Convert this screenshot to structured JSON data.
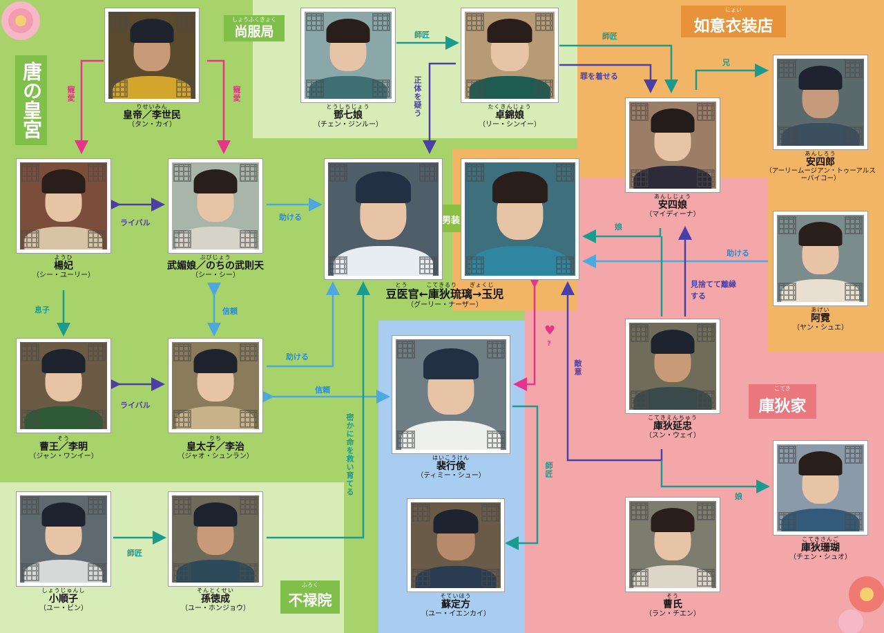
{
  "colors": {
    "green": "#a8d36a",
    "light_green": "#d7ecb6",
    "orange": "#f2b565",
    "pink": "#f4a7a9",
    "blue": "#a9cdf0",
    "teal": "#1b9a8f",
    "purple": "#4a3fa6",
    "magenta": "#e8338d",
    "chip_green": "#7fbf4a",
    "chip_orange": "#e8923a",
    "chip_pink": "#e9777d"
  },
  "groups": {
    "palace": {
      "label": "唐の皇宮"
    },
    "shofukukyoku": {
      "label": "尚服局",
      "ruby": "しょうふくきょく"
    },
    "nyoi": {
      "label": "如意衣装店",
      "ruby": "にょい"
    },
    "kotekike": {
      "label": "庫狄家",
      "ruby": "こてき"
    },
    "furokuin": {
      "label": "不禄院",
      "ruby": "ふろく"
    },
    "danso": {
      "label": "男装"
    }
  },
  "characters": {
    "emperor": {
      "ruby": "りせいみん",
      "name": "皇帝／李世民",
      "actor": "（タン・カイ）"
    },
    "tei": {
      "ruby": "とうしちじょう",
      "name": "鄧七娘",
      "actor": "（チェン・ジンルー）"
    },
    "taku": {
      "ruby": "たくきんじょう",
      "name": "卓錦娘",
      "actor": "（リー・シンイー）"
    },
    "yohi": {
      "ruby": "ようひ",
      "name": "楊妃",
      "actor": "（シー・ユーリー）"
    },
    "bu": {
      "ruby": "ぶびじょう",
      "name": "武媚娘／のちの武則天",
      "actor": "（シー・シー）"
    },
    "ruri": {
      "ruby": "とう　　　こてきるり　　ぎょくじ",
      "name": "豆医官←庫狄琉璃→玉児",
      "actor": "（グーリー・ナーザー）"
    },
    "anshijo": {
      "ruby": "あんしじょう",
      "name": "安四娘",
      "actor": "（マイディーナ）"
    },
    "anshiro": {
      "ruby": "あんしろう",
      "name": "安四郎",
      "actor": "（アーリームージアン・トゥーアルスーバイコー）"
    },
    "agei": {
      "ruby": "あげい",
      "name": "阿霓",
      "actor": "（ヤン・シュエ）"
    },
    "so_o": {
      "ruby": "そう",
      "name": "曹王／李明",
      "actor": "（ジャン・ワンイー）"
    },
    "kotaishi": {
      "ruby": "りち",
      "name": "皇太子／李治",
      "actor": "（ジャオ・シュンラン）"
    },
    "hai": {
      "ruby": "はいこうけん",
      "name": "裴行倹",
      "actor": "（ティミー・シュー）"
    },
    "entyu": {
      "ruby": "こてきえんちゅう",
      "name": "庫狄延忠",
      "actor": "（スン・ウェイ）"
    },
    "shojunshi": {
      "ruby": "しょうじゅんし",
      "name": "小順子",
      "actor": "（ユー・ビン）"
    },
    "sontokusei": {
      "ruby": "そんとくせい",
      "name": "孫徳成",
      "actor": "（ユー・ホンジョウ）"
    },
    "sotei": {
      "ruby": "そていほう",
      "name": "蘇定方",
      "actor": "（ユー・イエンカイ）"
    },
    "soshi": {
      "ruby": "そう",
      "name": "曹氏",
      "actor": "（ラン・チエン）"
    },
    "sango": {
      "ruby": "こてきさんご",
      "name": "庫狄珊瑚",
      "actor": "（チェン・シュオ）"
    }
  },
  "relations": {
    "choai_left": "寵愛",
    "choai_right": "寵愛",
    "shisho_tei_taku": "師匠",
    "shotai": "正体を疑う",
    "shisho_taku_an": "師匠",
    "tsumi": "罪を着せる",
    "ani": "兄",
    "rival_top": "ライバル",
    "tasukeru_bu": "助ける",
    "musuko": "息子",
    "shinrai_bu": "信頼",
    "musume_an": "娘",
    "tasukeru_agei": "助ける",
    "misute": "見捨てて離縁する",
    "rival_bottom": "ライバル",
    "tasukeru_kotaishi": "助ける",
    "shinrai_hai": "信頼",
    "himitsu": "密かに命を救い育てる",
    "heart_q": "?",
    "tekii": "敵意",
    "shisho_hai": "師匠",
    "shisho_bottom": "師匠",
    "musume_sango": "娘"
  }
}
